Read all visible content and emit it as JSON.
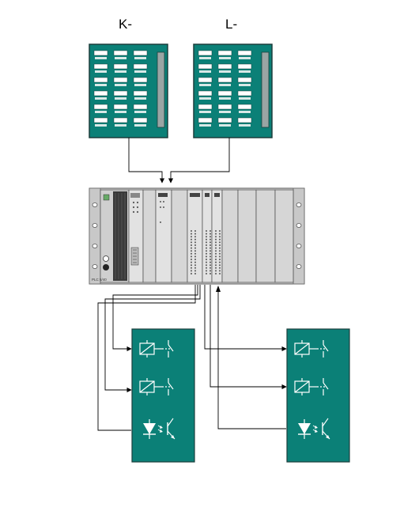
{
  "labels": {
    "panel_k": "K-",
    "panel_l": "L-"
  },
  "rack": {
    "badge": "PLC 5/40"
  },
  "colors": {
    "panel": "#0b8077",
    "panel_border": "#1d3f3d",
    "button": "#ffffff",
    "rack_body": "#d6d6d6",
    "rack_dark": "#3a3a3a",
    "wire": "#000000"
  },
  "panels": {
    "rows": 6,
    "cols": 3
  },
  "output_modules": [
    {
      "name": "left",
      "elements": [
        "relay-icon",
        "relay-icon",
        "optocoupler-icon"
      ]
    },
    {
      "name": "right",
      "elements": [
        "relay-icon",
        "relay-icon",
        "optocoupler-icon"
      ]
    }
  ]
}
